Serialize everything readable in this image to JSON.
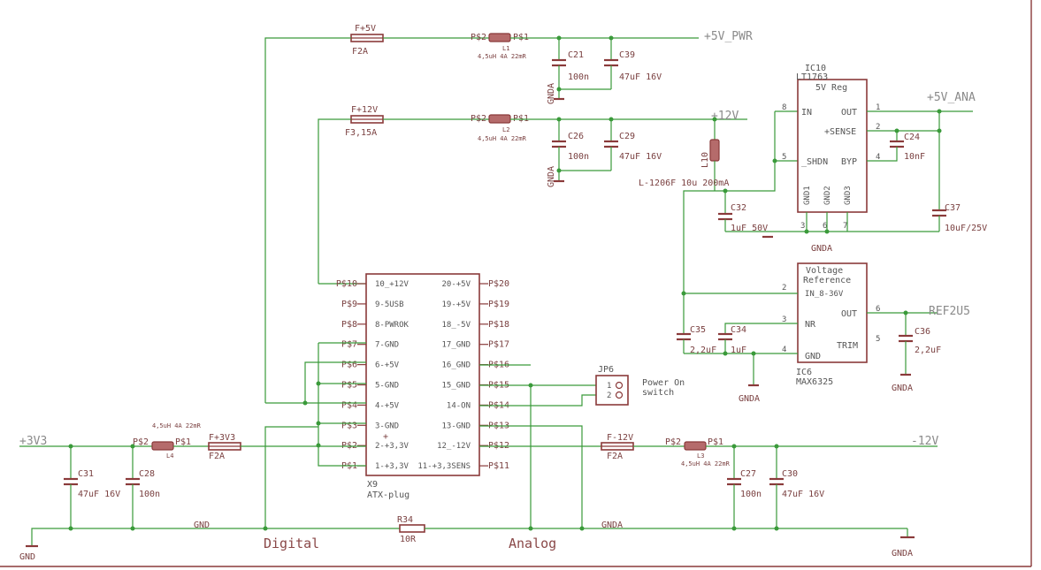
{
  "labels": {
    "fuse_top": "F+5V",
    "fuse_top_val": "F2A",
    "l1_p2": "P$2",
    "l1_p1": "P$1",
    "l1_name": "L1",
    "l1_val": "4,5uH 4A 22mR",
    "c21_name": "C21",
    "c21_val": "100n",
    "c39_name": "C39",
    "c39_val": "47uF 16V",
    "gnda_top": "GNDA",
    "net_5v_pwr": "+5V_PWR",
    "fuse_12": "F+12V",
    "fuse_12_val": "F3,15A",
    "l2_p2": "P$2",
    "l2_p1": "P$1",
    "l2_name": "L2",
    "l2_val": "4,5uH 4A 22mR",
    "c26_name": "C26",
    "c26_val": "100n",
    "c29_name": "C29",
    "c29_val": "47uF 16V",
    "gnda_mid": "GNDA",
    "net_12v": "+12V",
    "l10_name": "L10",
    "l10_val": "L-1206F 10u 200mA",
    "c32_name": "C32",
    "c32_val": "1uF 50V",
    "ic10_name": "IC10",
    "ic10_part": "LT1763",
    "ic10_title": "5V Reg",
    "ic10_in": "IN",
    "ic10_out": "OUT",
    "ic10_sense": "+SENSE",
    "ic10_shdn": "_SHDN",
    "ic10_byp": "BYP",
    "ic10_gnd1": "GND1",
    "ic10_gnd2": "GND2",
    "ic10_gnd3": "GND3",
    "p8": "8",
    "p5": "5",
    "p1": "1",
    "p2": "2",
    "p4": "4",
    "p3": "3",
    "p6": "6",
    "p7": "7",
    "net_5v_ana": "+5V_ANA",
    "c24_name": "C24",
    "c24_val": "10nF",
    "c37_name": "C37",
    "c37_val": "10uF/25V",
    "gnda_ic10": "GNDA",
    "vr_title1": "Voltage",
    "vr_title2": "Reference",
    "vr_in": "IN_8-36V",
    "vr_out": "OUT",
    "vr_nr": "NR",
    "vr_trim": "TRIM",
    "vr_gnd": "GND",
    "ic6_name": "IC6",
    "ic6_part": "MAX6325",
    "net_ref": "REF2U5",
    "c35_name": "C35",
    "c35_val": "2,2uF",
    "c34_name": "C34",
    "c34_val": "1uF",
    "c36_name": "C36",
    "c36_val": "2,2uF",
    "gnda_vr": "GNDA",
    "gnda_c36": "GNDA",
    "x9_name": "X9",
    "x9_part": "ATX-plug",
    "x9_left": [
      "10_+12V",
      "9-5USB",
      "8-PWROK",
      "7-GND",
      "6-+5V",
      "5-GND",
      "4-+5V",
      "3-GND",
      "2-+3,3V",
      "1-+3,3V"
    ],
    "x9_right": [
      "20-+5V",
      "19-+5V",
      "18_-5V",
      "17_GND",
      "16_GND",
      "15_GND",
      "14-ON",
      "13-GND",
      "12_-12V",
      "11-+3,3SENS"
    ],
    "x9_pl": [
      "P$10",
      "P$9",
      "P$8",
      "P$7",
      "P$6",
      "P$5",
      "P$4",
      "P$3",
      "P$2",
      "P$1"
    ],
    "x9_pr": [
      "P$20",
      "P$19",
      "P$18",
      "P$17",
      "P$16",
      "P$15",
      "P$14",
      "P$13",
      "P$12",
      "P$11"
    ],
    "jp6_name": "JP6",
    "jp6_1": "1",
    "jp6_2": "2",
    "jp6_desc1": "Power On",
    "jp6_desc2": "switch",
    "net_3v3": "+3V3",
    "c31_name": "C31",
    "c31_val": "47uF 16V",
    "c28_name": "C28",
    "c28_val": "100n",
    "l4_p2": "P$2",
    "l4_p1": "P$1",
    "l4_name": "L4",
    "l4_val": "4,5uH 4A 22mR",
    "fuse_3v3": "F+3V3",
    "fuse_3v3_val": "F2A",
    "gnd_sym": "GND",
    "gnd_net": "GND",
    "digital": "Digital",
    "analog": "Analog",
    "r34_name": "R34",
    "r34_val": "10R",
    "gnda_net": "GNDA",
    "gnda_bottom": "GNDA",
    "fuse_n12": "F-12V",
    "fuse_n12_val": "F2A",
    "l3_p2": "P$2",
    "l3_p1": "P$1",
    "l3_name": "L3",
    "l3_val": "4,5uH 4A 22mR",
    "c27_name": "C27",
    "c27_val": "100n",
    "c30_name": "C30",
    "c30_val": "47uF 16V",
    "net_n12v": "-12V"
  }
}
